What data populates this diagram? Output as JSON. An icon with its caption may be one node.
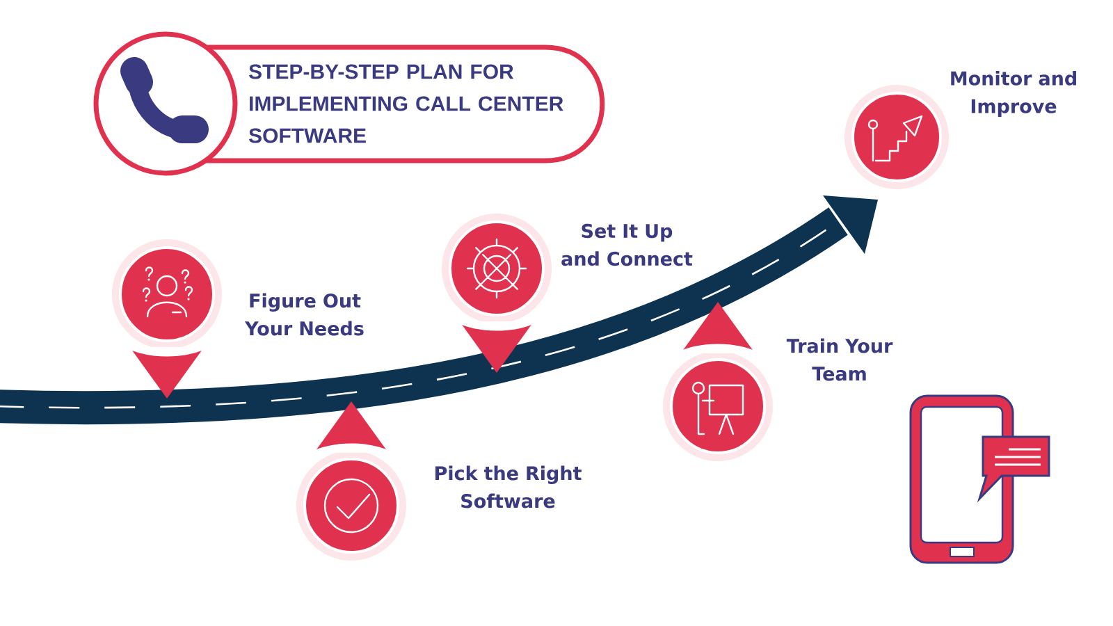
{
  "diagram": {
    "title": "STEP-BY-STEP PLAN FOR IMPLEMENTING CALL CENTER SOFTWARE",
    "nodes": [
      {
        "text": [
          "Figure Out Your Needs"
        ]
      },
      {
        "text": [
          "Pick the Right Software"
        ]
      },
      {
        "text": [
          "Set It Up and Connect"
        ]
      },
      {
        "text": [
          "Train Your Team"
        ]
      },
      {
        "text": [
          "Monitor and Improve"
        ]
      }
    ]
  }
}
